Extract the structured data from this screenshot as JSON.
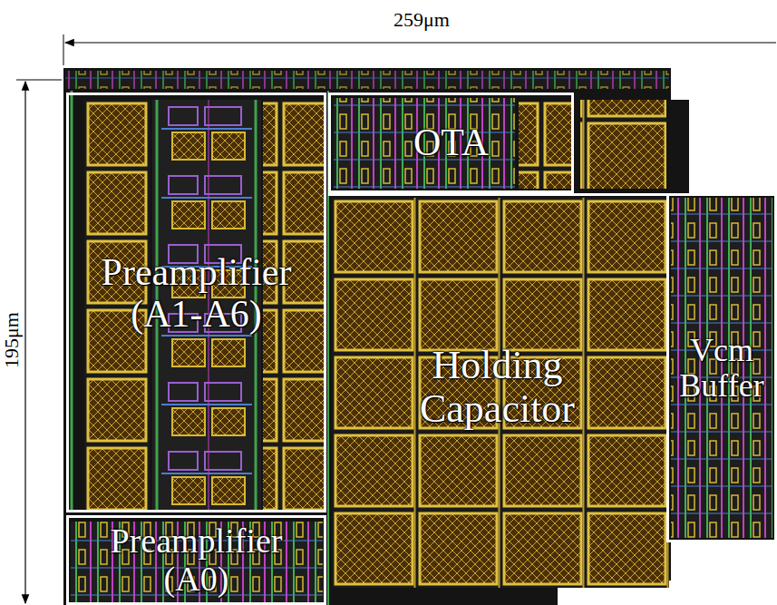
{
  "diagram": {
    "nodes": [
      {
        "text": [
          "Preamplifier (A1-A6)"
        ]
      },
      {
        "text": [
          "OTA"
        ]
      },
      {
        "text": [
          "Holding Capacitor"
        ]
      },
      {
        "text": [
          "Vcm Buffer"
        ]
      },
      {
        "text": [
          "Preamplifier (A0)"
        ]
      }
    ],
    "labels": [
      "259μm",
      "195μm"
    ]
  }
}
